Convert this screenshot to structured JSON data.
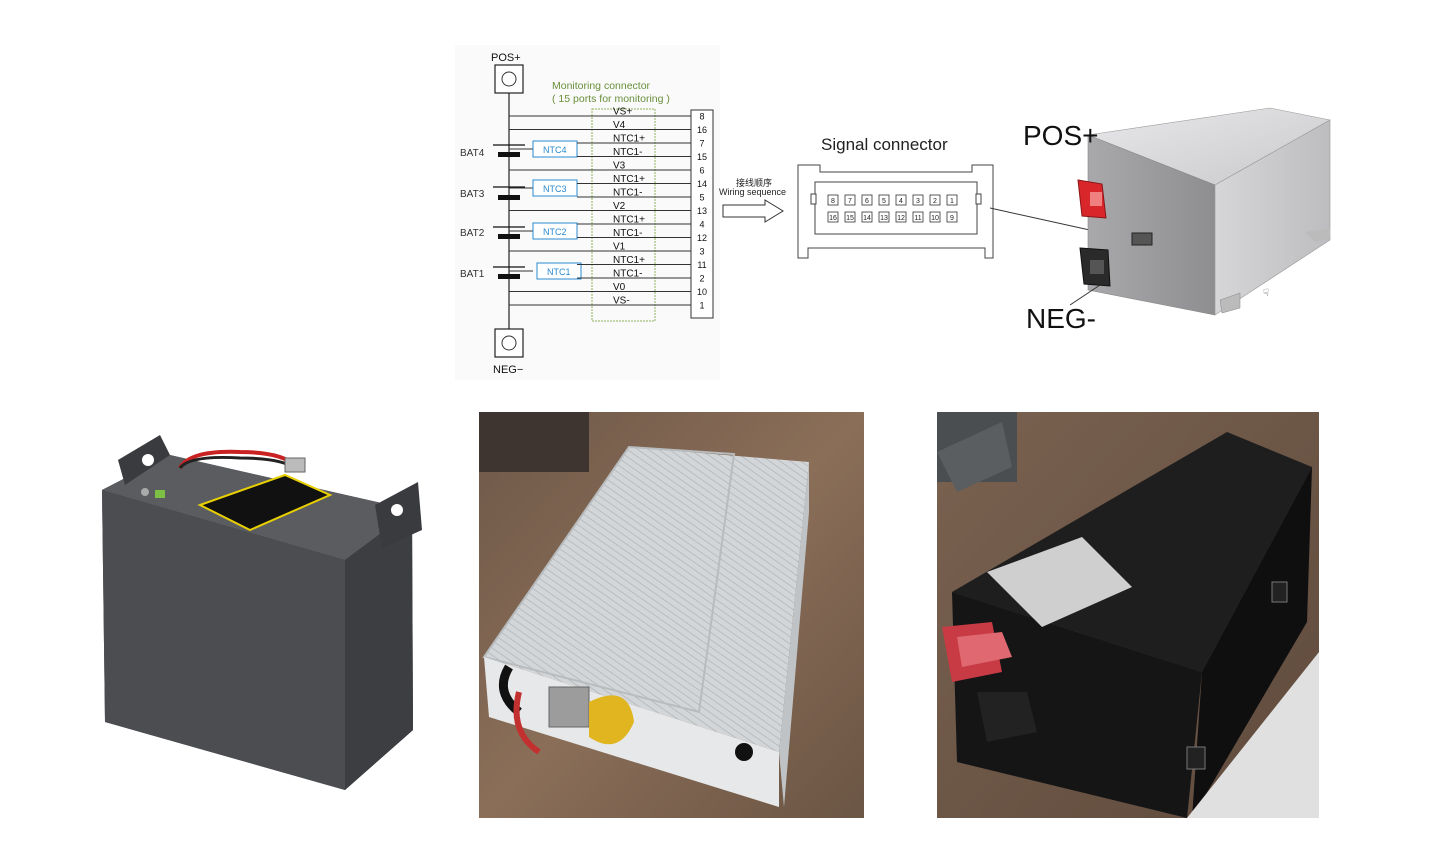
{
  "wiring": {
    "pos_label": "POS+",
    "neg_label": "NEG−",
    "monitor_title": "Monitoring connector",
    "monitor_subtitle": "( 15 ports for monitoring )",
    "batteries": [
      "BAT4",
      "BAT3",
      "BAT2",
      "BAT1"
    ],
    "ntc_boxes": [
      "NTC4",
      "NTC3",
      "NTC2",
      "NTC1"
    ],
    "signals": [
      "VS+",
      "V4",
      "NTC1+",
      "NTC1-",
      "V3",
      "NTC1+",
      "NTC1-",
      "V2",
      "NTC1+",
      "NTC1-",
      "V1",
      "NTC1+",
      "NTC1-",
      "V0",
      "VS-"
    ],
    "pins": [
      "8",
      "16",
      "7",
      "15",
      "6",
      "14",
      "5",
      "13",
      "4",
      "12",
      "3",
      "11",
      "2",
      "10",
      "1"
    ],
    "arrow_label_cn": "接线顺序",
    "arrow_label_en": "Wiring sequence",
    "signal_connector_title": "Signal connector",
    "connector_top_pins": [
      "8",
      "7",
      "6",
      "5",
      "4",
      "3",
      "2",
      "1"
    ],
    "connector_bottom_pins": [
      "16",
      "15",
      "14",
      "13",
      "12",
      "11",
      "10",
      "9"
    ]
  },
  "device_3d": {
    "pos_label": "POS+",
    "neg_label": "NEG-"
  },
  "colors": {
    "green_text": "#6a8f3a",
    "ntc_blue": "#2a8bd0",
    "pos_red": "#d9262a",
    "neg_dark": "#2a2a2a"
  }
}
